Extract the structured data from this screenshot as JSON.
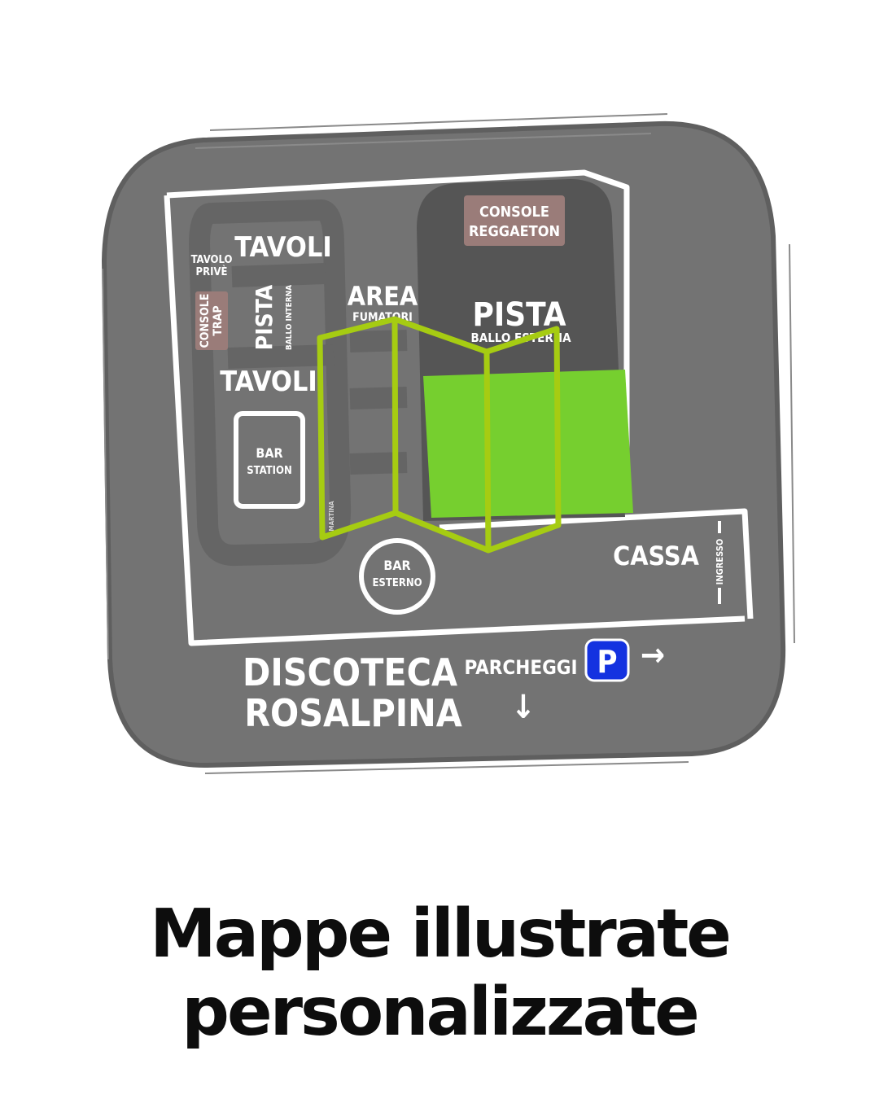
{
  "map": {
    "labels": {
      "tavoli_top": "TAVOLI",
      "tavolo_prive_1": "TAVOLO",
      "tavolo_prive_2": "PRIVÈ",
      "console_trap_1": "CONSOLE",
      "console_trap_2": "TRAP",
      "pista_interna": "PISTA",
      "ballo_interna": "BALLO INTERNA",
      "tavoli_bottom": "TAVOLI",
      "bar_station_1": "BAR",
      "bar_station_2": "STATION",
      "area_1": "AREA",
      "area_2": "FUMATORI",
      "console_reggaeton_1": "CONSOLE",
      "console_reggaeton_2": "REGGAETON",
      "pista_esterna": "PISTA",
      "ballo_esterna": "BALLO ESTERNA",
      "bar_esterno_1": "BAR",
      "bar_esterno_2": "ESTERNO",
      "cassa": "CASSA",
      "ingresso": "INGRESSO",
      "discoteca": "DISCOTECA",
      "rosalpina": "ROSALPINA",
      "parcheggi": "PARCHEGGI",
      "parking_symbol": "P",
      "arrow_right": "→",
      "arrow_down": "↓",
      "signature": "MARTINA"
    },
    "icons": [
      "folded-map-icon",
      "parking-sign-icon"
    ],
    "colors": {
      "background_panel": "#737373",
      "dark_zone": "#555555",
      "console_tag": "#9a7c79",
      "green_fill": "#76cf2f",
      "map_icon_stroke": "#a6cc12",
      "parking_blue": "#1432e0"
    }
  },
  "caption": {
    "line1": "Mappe illustrate",
    "line2": "personalizzate"
  }
}
